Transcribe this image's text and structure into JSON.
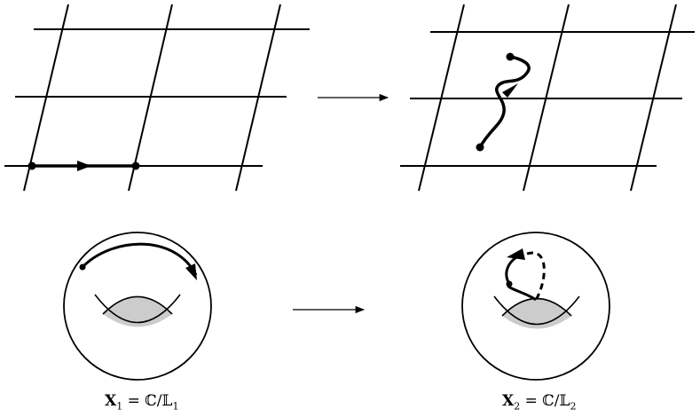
{
  "captions": {
    "left": {
      "symbol": "X",
      "index": "1",
      "rhs": "= ℂ/𝕃",
      "rhs_index": "1"
    },
    "right": {
      "symbol": "X",
      "index": "2",
      "rhs": "= ℂ/𝕃",
      "rhs_index": "2"
    }
  },
  "colors": {
    "stroke": "#000000",
    "handle_fill": "#cccccc",
    "background": "#ffffff"
  }
}
